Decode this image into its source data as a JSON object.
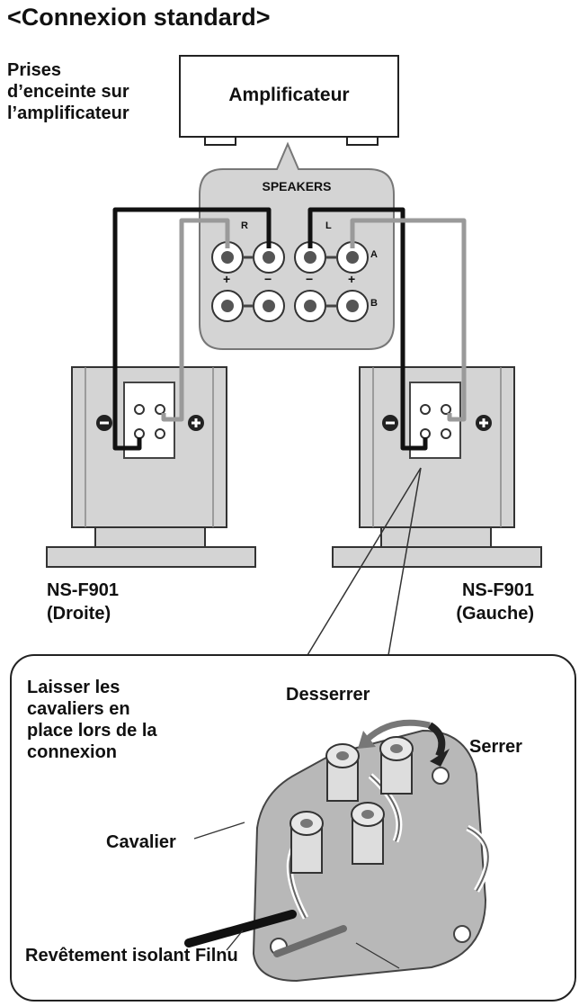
{
  "title": "<Connexion standard>",
  "amplifier": {
    "jacks_label": [
      "Prises",
      "d’enceinte sur",
      "l’amplificateur"
    ],
    "name": "Amplificateur",
    "panel_label": "SPEAKERS",
    "channel_r": "R",
    "channel_l": "L",
    "row_a": "A",
    "row_b": "B",
    "plus": "+",
    "minus": "−"
  },
  "speakers": {
    "right": {
      "model": "NS-F901",
      "side": "(Droite)"
    },
    "left": {
      "model": "NS-F901",
      "side": "(Gauche)"
    }
  },
  "detail": {
    "note": [
      "Laisser les",
      "cavaliers en",
      "place lors de la",
      "connexion"
    ],
    "loosen": "Desserrer",
    "tighten": "Serrer",
    "jumper": "Cavalier",
    "coating": "Revêtement isolant Filnu"
  },
  "colors": {
    "panel": "#d4d4d4",
    "wire_black": "#111111",
    "wire_gray": "#9a9a9a",
    "plate": "#b8b8b8"
  }
}
